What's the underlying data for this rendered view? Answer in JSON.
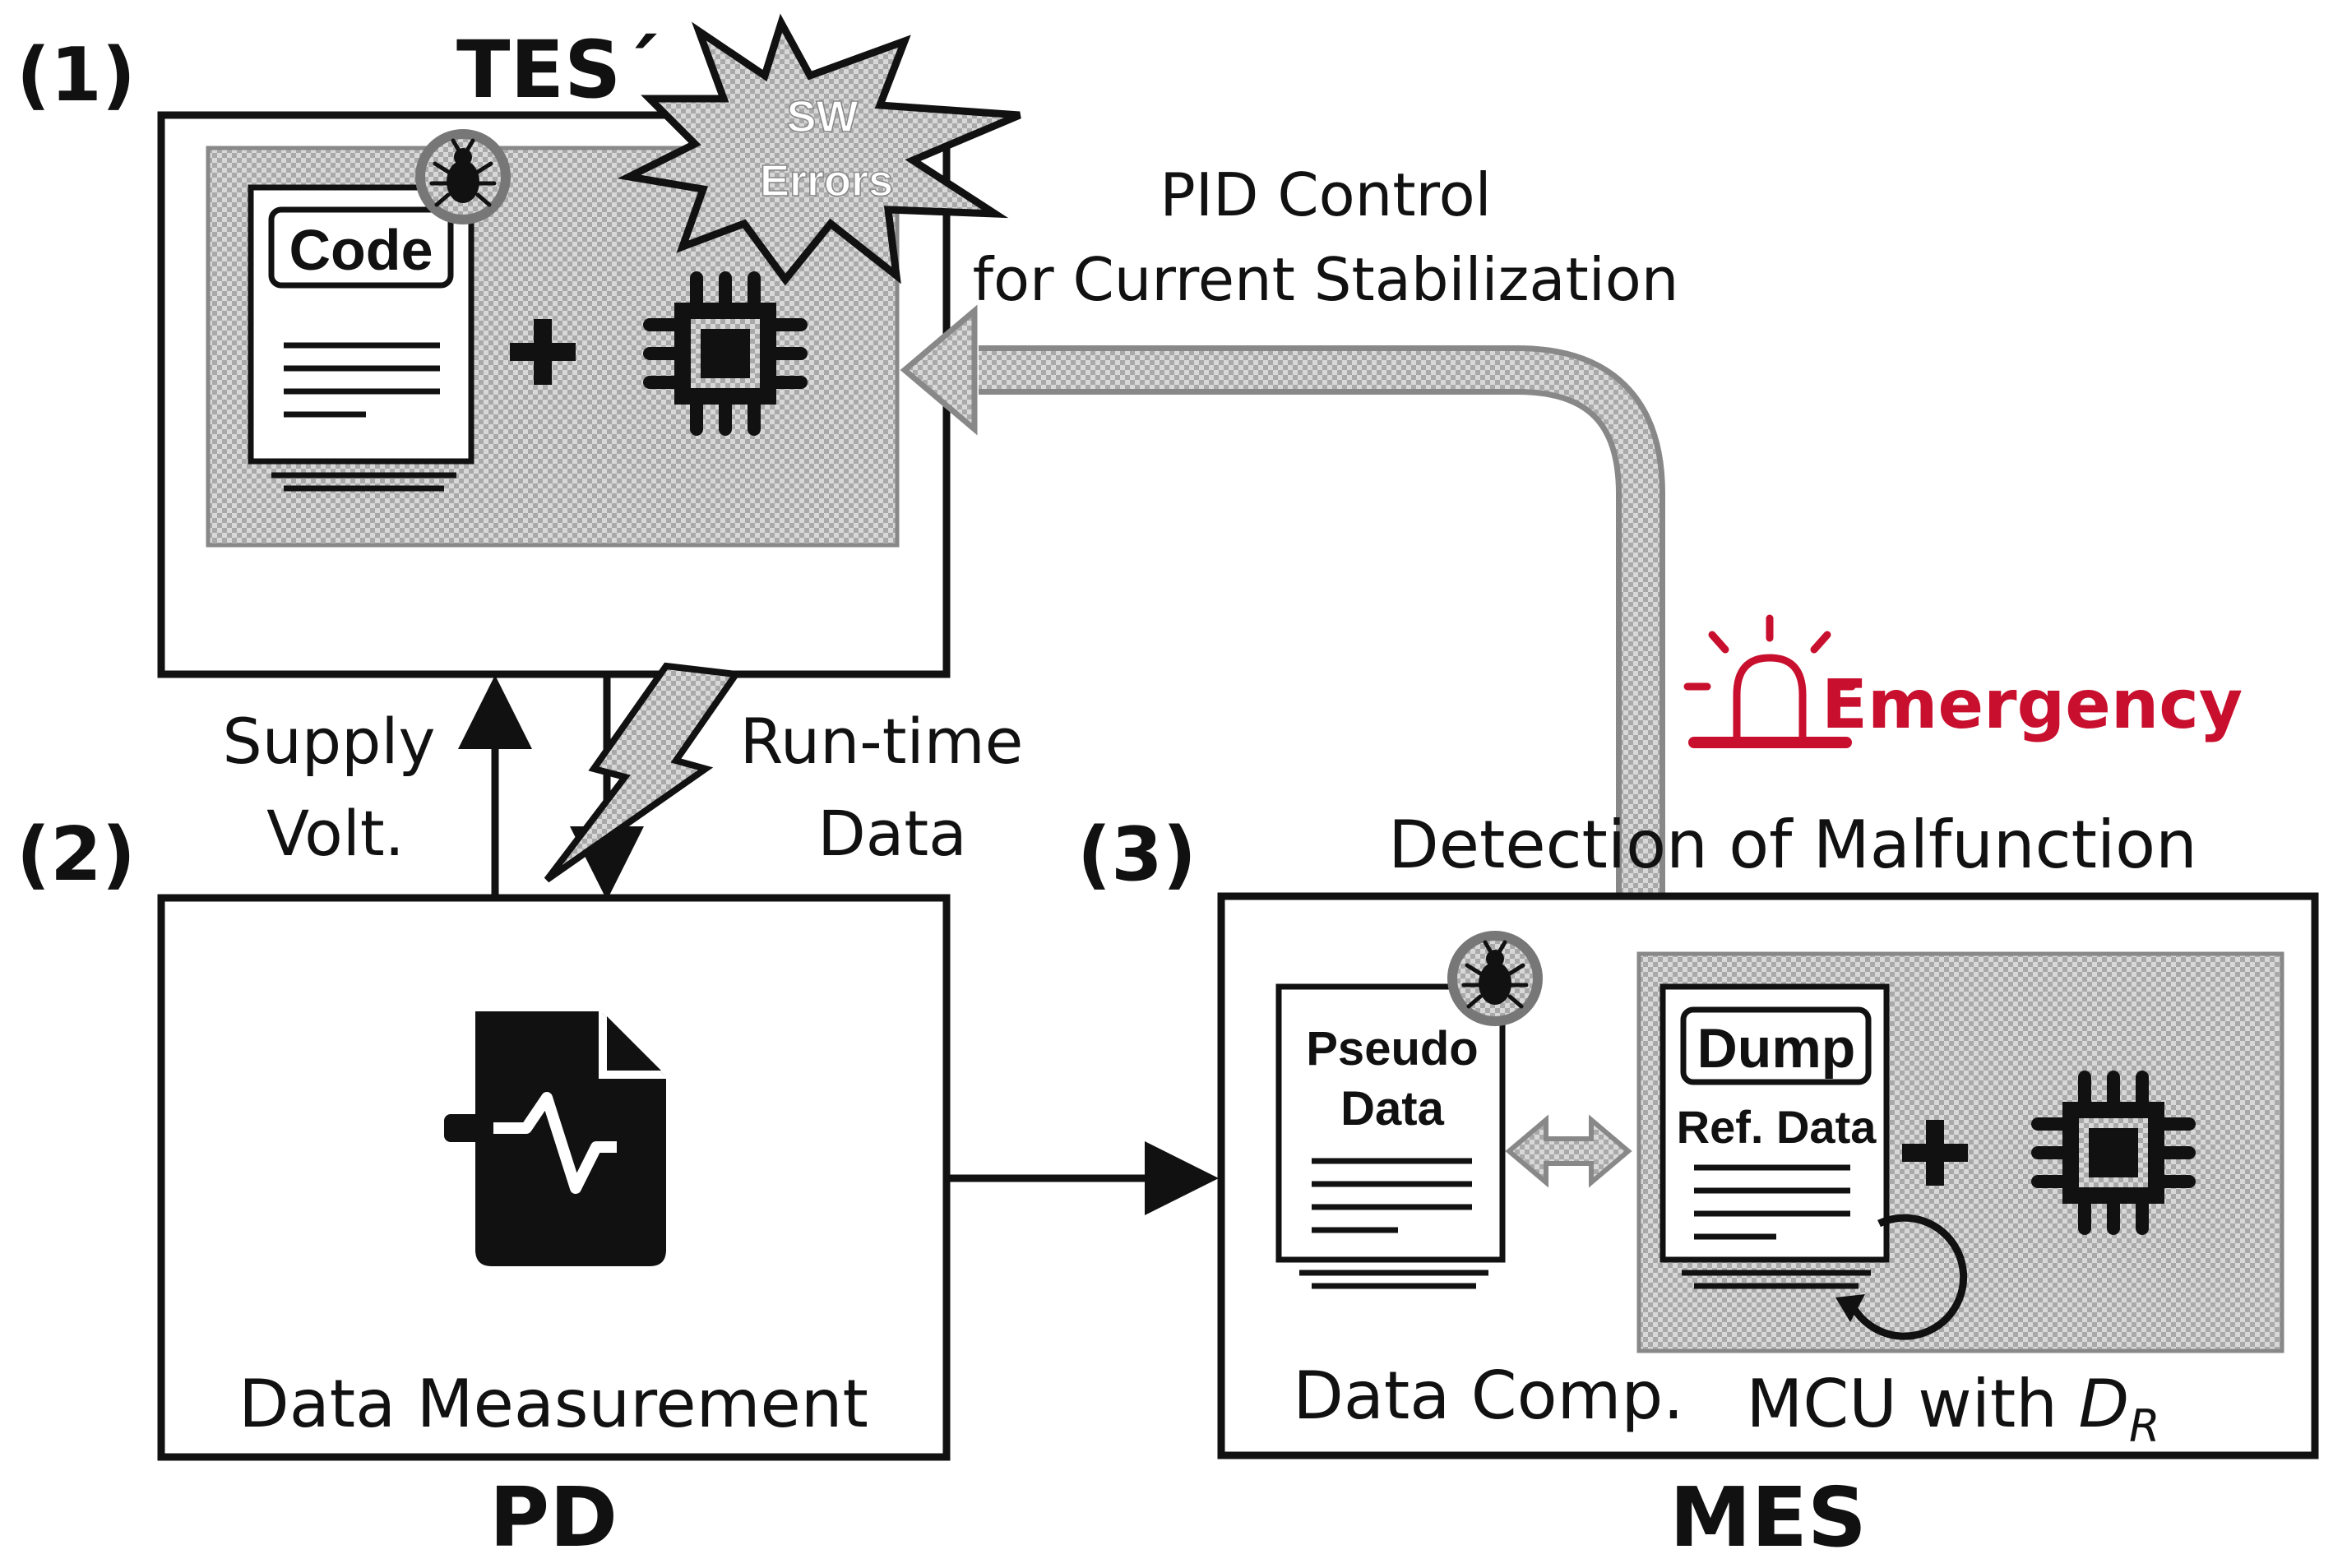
{
  "numbers": {
    "one": "(1)",
    "two": "(2)",
    "three": "(3)"
  },
  "tes": {
    "title": "TES´",
    "code_label": "Code",
    "sw_errors_line1": "SW",
    "sw_errors_line2": "Errors"
  },
  "pd": {
    "title": "PD",
    "caption": "Data Measurement"
  },
  "mes": {
    "title": "MES",
    "pseudo_line1": "Pseudo",
    "pseudo_line2": "Data",
    "dump_label": "Dump",
    "ref_data_label": "Ref. Data",
    "data_comp_caption": "Data Comp.",
    "mcu_caption_prefix": "MCU with ",
    "mcu_caption_var": "D",
    "mcu_caption_sub": "R"
  },
  "arrows": {
    "supply_line1": "Supply",
    "supply_line2": "Volt.",
    "runtime_line1": "Run-time",
    "runtime_line2": "Data",
    "pid_line1": "PID Control",
    "pid_line2": "for Current Stabilization",
    "detection": "Detection of Malfunction",
    "emergency": "Emergency"
  },
  "colors": {
    "emergency": "#c8102e",
    "ink": "#111111",
    "pattern_gray": "#9a9a9a"
  }
}
